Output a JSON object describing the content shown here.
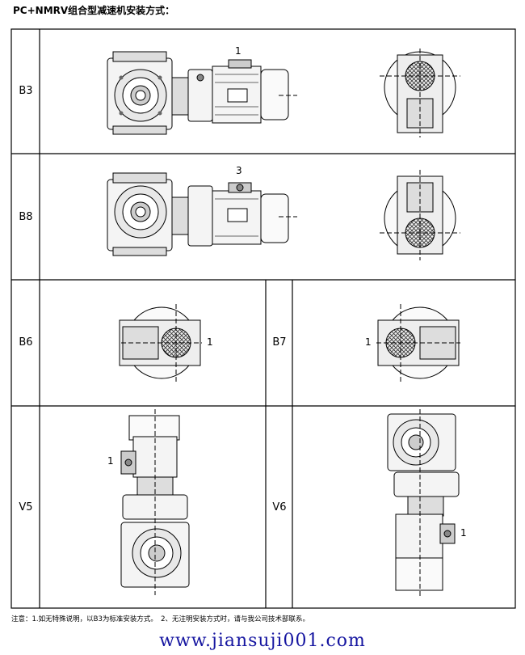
{
  "title": "PC+NMRV组合型减速机安装方式：",
  "rows": [
    {
      "label": "B3",
      "callout": "1"
    },
    {
      "label": "B8",
      "callout": "3"
    },
    {
      "label": "B6",
      "callout": "1"
    },
    {
      "label": "B7",
      "callout": "1"
    },
    {
      "label": "V5",
      "callout": "1"
    },
    {
      "label": "V6",
      "callout": "1"
    }
  ],
  "note": "注意：1.如无特殊说明，以B3为标准安装方式。　2、无注明安装方式时，请与我公司技术部联系。",
  "website": "www.jiansuji001.com"
}
